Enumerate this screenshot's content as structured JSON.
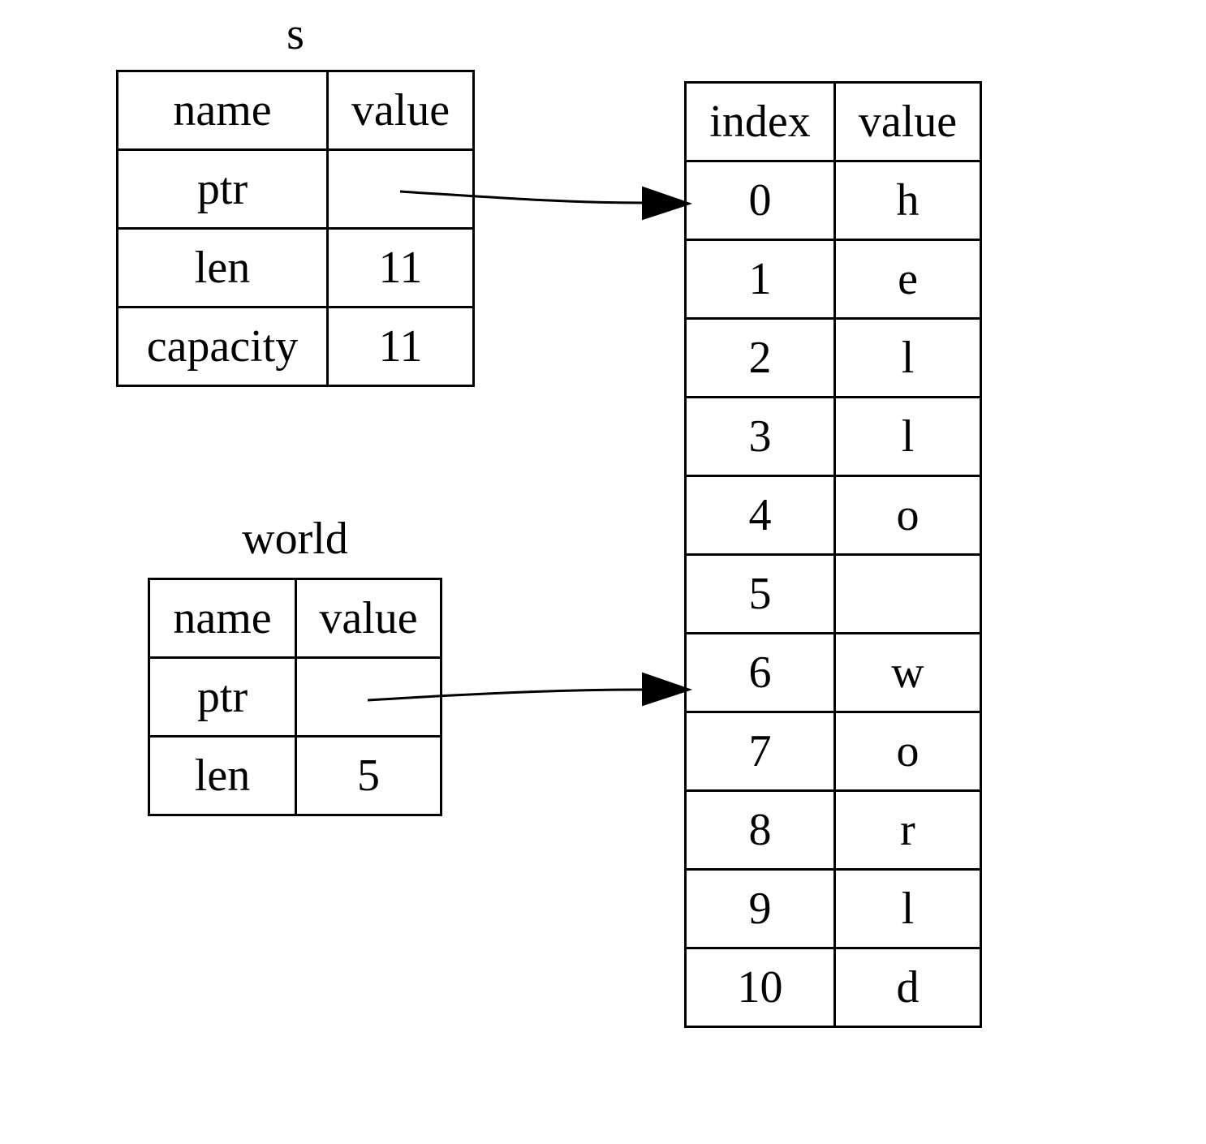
{
  "s": {
    "title": "s",
    "header": {
      "name": "name",
      "value": "value"
    },
    "rows": [
      {
        "name": "ptr",
        "value": ""
      },
      {
        "name": "len",
        "value": "11"
      },
      {
        "name": "capacity",
        "value": "11"
      }
    ]
  },
  "world": {
    "title": "world",
    "header": {
      "name": "name",
      "value": "value"
    },
    "rows": [
      {
        "name": "ptr",
        "value": ""
      },
      {
        "name": "len",
        "value": "5"
      }
    ]
  },
  "heap": {
    "header": {
      "index": "index",
      "value": "value"
    },
    "rows": [
      {
        "index": "0",
        "value": "h"
      },
      {
        "index": "1",
        "value": "e"
      },
      {
        "index": "2",
        "value": "l"
      },
      {
        "index": "3",
        "value": "l"
      },
      {
        "index": "4",
        "value": "o"
      },
      {
        "index": "5",
        "value": ""
      },
      {
        "index": "6",
        "value": "w"
      },
      {
        "index": "7",
        "value": "o"
      },
      {
        "index": "8",
        "value": "r"
      },
      {
        "index": "9",
        "value": "l"
      },
      {
        "index": "10",
        "value": "d"
      }
    ]
  },
  "pointers": [
    {
      "from": "s.ptr",
      "to_index": 0
    },
    {
      "from": "world.ptr",
      "to_index": 6
    }
  ]
}
